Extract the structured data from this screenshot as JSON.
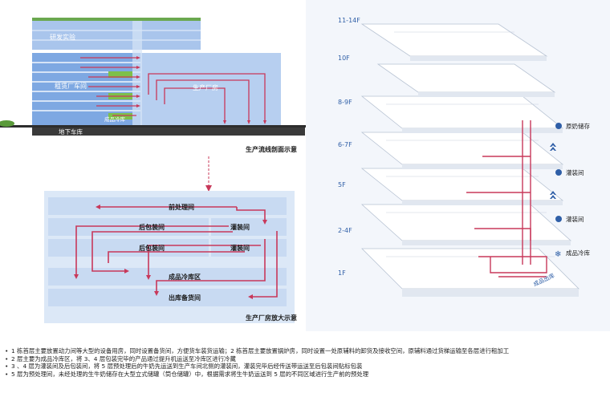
{
  "section": {
    "labels": {
      "rd": "研发实验",
      "workshop": "租赁厂车间",
      "production": "生产厂房",
      "cold": "成品冷库",
      "basement": "地下车库"
    },
    "caption": "生产流线剖面示意"
  },
  "plan": {
    "rows": {
      "pre": "前处理间",
      "back1": "后包装间",
      "fill1": "灌装间",
      "back2": "后包装间",
      "fill2": "灌装间",
      "cold": "成品冷库区",
      "out": "出库备货间"
    },
    "caption": "生产厂房放大示意"
  },
  "axon": {
    "floors": [
      "11-14F",
      "10F",
      "8-9F",
      "6-7F",
      "5F",
      "2-4F",
      "1F"
    ],
    "legend": [
      "原奶储存",
      "灌装间",
      "灌装间",
      "成品冷库"
    ],
    "exit_label": "成品出库"
  },
  "notes": [
    "1 栋首层主要放置动力间等大型的设备用房，同时设置备货间，方便货车装货运输；2 栋首层主要放置锅炉房，同时设置一处原辅料的卸货及接收空间，原辅料通过货梯运输至各层进行租加工",
    "2 层主要为成品冷库区，将 3、4 层包装完毕的产品通过提升机运送至冷库区进行冷藏",
    "3 、4 层为灌装间及后包装间，将 5 层预处理后的牛奶先运送到生产车间北侧的灌装间，灌装完毕后经传送带运送至后包装间贴标包装",
    "5 层为预处理间，未经处理的生牛奶储存在大型立式储罐（筒仓储罐）中，根据需求将生牛奶运送到 5 层的不同区域进行生产前的预处理"
  ],
  "colors": {
    "route": "#c8385a",
    "blue": "#5b8fd6",
    "green": "#7dc04a",
    "panel": "#dce8f7"
  }
}
